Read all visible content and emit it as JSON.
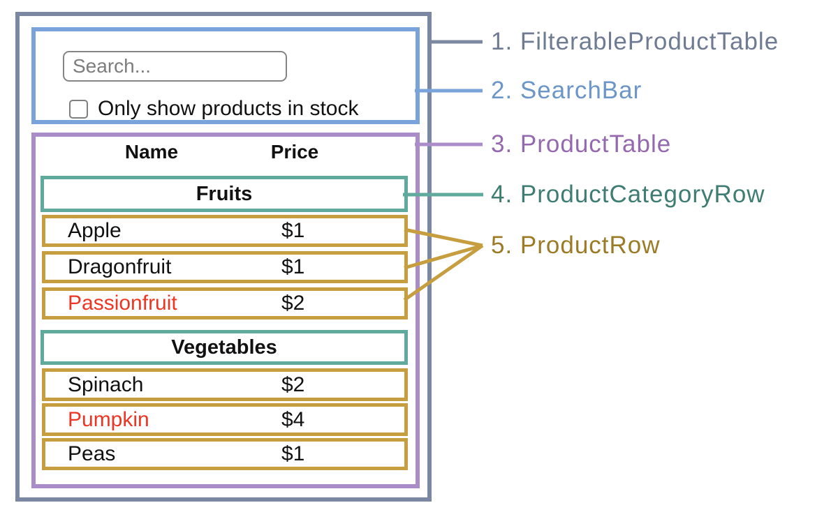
{
  "colors": {
    "slate": "#7C88A1",
    "blue": "#7AA3DB",
    "purple": "#AA8CC8",
    "teal": "#5FA99D",
    "gold": "#C69E3F",
    "red": "#EE3524",
    "black": "#111111",
    "label_slate": "#6E7B93",
    "label_blue": "#6C95C8",
    "label_purple": "#9569AE",
    "label_teal": "#3F7D72",
    "label_gold": "#9C7B26"
  },
  "search_bar": {
    "placeholder": "Search...",
    "checkbox_label": "Only show products in stock",
    "checkbox_checked": false
  },
  "table": {
    "headers": [
      "Name",
      "Price"
    ],
    "sections": [
      {
        "category": "Fruits",
        "rows": [
          {
            "name": "Apple",
            "price": "$1",
            "name_color": "#111111"
          },
          {
            "name": "Dragonfruit",
            "price": "$1",
            "name_color": "#111111"
          },
          {
            "name": "Passionfruit",
            "price": "$2",
            "name_color": "#EE3524"
          }
        ]
      },
      {
        "category": "Vegetables",
        "rows": [
          {
            "name": "Spinach",
            "price": "$2",
            "name_color": "#111111"
          },
          {
            "name": "Pumpkin",
            "price": "$4",
            "name_color": "#EE3524"
          },
          {
            "name": "Peas",
            "price": "$1",
            "name_color": "#111111"
          }
        ]
      }
    ]
  },
  "legend": {
    "items": [
      {
        "text": "1. FilterableProductTable",
        "color": "#6E7B93"
      },
      {
        "text": "2. SearchBar",
        "color": "#6C95C8"
      },
      {
        "text": "3. ProductTable",
        "color": "#9569AE"
      },
      {
        "text": "4. ProductCategoryRow",
        "color": "#3F7D72"
      },
      {
        "text": "5. ProductRow",
        "color": "#9C7B26"
      }
    ]
  }
}
